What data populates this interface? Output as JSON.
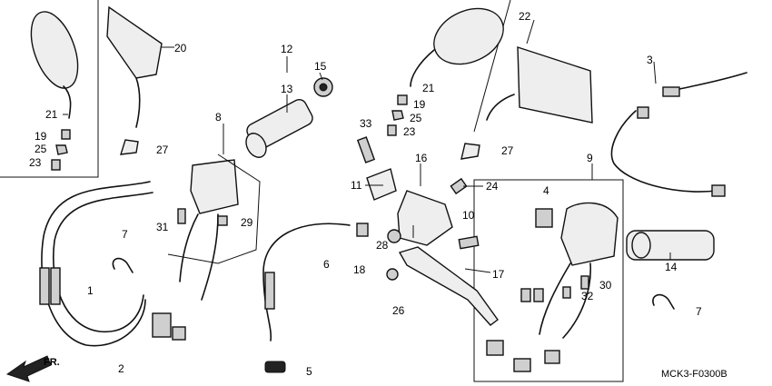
{
  "diagram": {
    "code": "MCK3-F0300B",
    "direction_label": "FR.",
    "callouts": [
      "1",
      "2",
      "3",
      "4",
      "5",
      "6",
      "7",
      "7",
      "8",
      "9",
      "10",
      "11",
      "12",
      "13",
      "14",
      "15",
      "16",
      "17",
      "18",
      "19",
      "19",
      "20",
      "21",
      "21",
      "22",
      "23",
      "23",
      "24",
      "25",
      "25",
      "26",
      "27",
      "27",
      "28",
      "29",
      "30",
      "31",
      "32",
      "33"
    ]
  }
}
